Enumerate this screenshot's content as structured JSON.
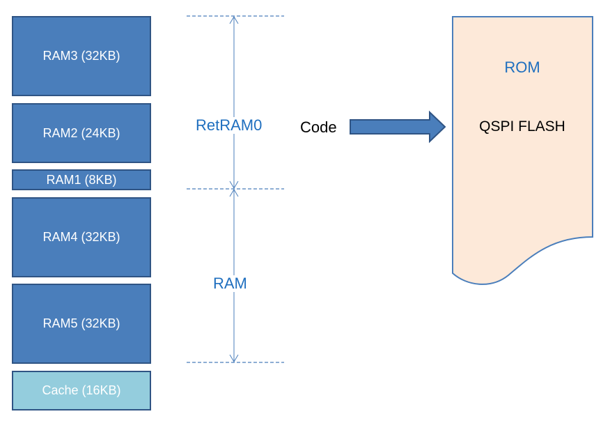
{
  "blocks": [
    {
      "label": "RAM3 (32KB)"
    },
    {
      "label": "RAM2 (24KB)"
    },
    {
      "label": "RAM1 (8KB)"
    },
    {
      "label": "RAM4 (32KB)"
    },
    {
      "label": "RAM5 (32KB)"
    },
    {
      "label": "Cache (16KB)"
    }
  ],
  "regions": {
    "retram": "RetRAM0",
    "ram": "RAM"
  },
  "code_label": "Code",
  "rom": {
    "title": "ROM",
    "subtitle": "QSPI FLASH"
  },
  "colors": {
    "block_fill": "#4a7ebb",
    "block_border": "#2f5484",
    "cache_fill": "#94cddd",
    "rom_fill": "#fde9d9",
    "accent_text": "#1f6fbf"
  }
}
